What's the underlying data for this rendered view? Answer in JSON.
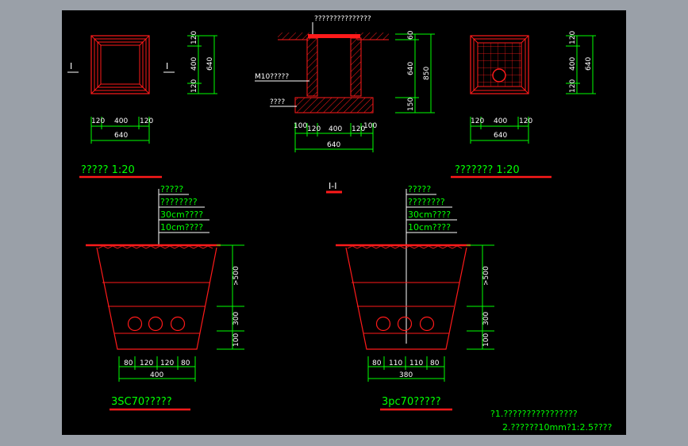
{
  "colors": {
    "background": "#000000",
    "frame": "#9aa0a8",
    "red": "#ff1a1a",
    "green": "#00ff00",
    "white": "#ffffff"
  },
  "plan_left": {
    "marker": "I",
    "side_dims": [
      "120",
      "400",
      "120"
    ],
    "side_total": "640",
    "bottom_dims": [
      "120",
      "400",
      "120"
    ],
    "bottom_total": "640"
  },
  "section_center": {
    "top_note": "???????????????",
    "wall_label": "M10?????",
    "base_label": "????",
    "side_dims": [
      "60",
      "640",
      "150"
    ],
    "side_total": "850",
    "bottom_dims": [
      "100",
      "120",
      "400",
      "120",
      "100"
    ],
    "bottom_total": "640",
    "section_mark": "I-I"
  },
  "plan_right": {
    "side_dims": [
      "120",
      "400",
      "120"
    ],
    "side_total": "640",
    "bottom_dims": [
      "120",
      "400",
      "120"
    ],
    "bottom_total": "640"
  },
  "titles": {
    "left_plan": "????? 1:20",
    "right_plan": "??????? 1:20"
  },
  "trench_left": {
    "layers": [
      "?????",
      "????????",
      "30cm????",
      "10cm????"
    ],
    "depth_dims": [
      ">500",
      "300",
      "100"
    ],
    "bottom_dims": [
      "80",
      "120",
      "120",
      "80"
    ],
    "bottom_total": "400",
    "caption": "3SC70?????"
  },
  "trench_right": {
    "layers": [
      "?????",
      "????????",
      "30cm????",
      "10cm????"
    ],
    "depth_dims": [
      ">500",
      "300",
      "100"
    ],
    "bottom_dims": [
      "80",
      "110",
      "110",
      "80"
    ],
    "bottom_total": "380",
    "caption": "3pc70?????"
  },
  "notes": [
    "?1.????????????????",
    "2.??????10mm?1:2.5????"
  ]
}
